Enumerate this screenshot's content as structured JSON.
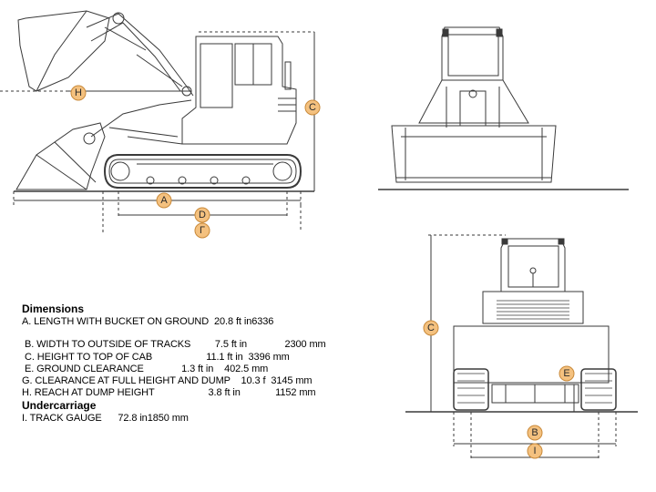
{
  "dimension_markers": {
    "A": "A",
    "B": "B",
    "C": "C",
    "D": "D",
    "E": "E",
    "F": "Г",
    "H": "H",
    "I": "I"
  },
  "specs": {
    "heading": "Dimensions",
    "rows": [
      "A. LENGTH WITH BUCKET ON GROUND  20.8 ft in6336",
      "B. WIDTH TO OUTSIDE OF TRACKS         7.5 ft in              2300 mm",
      "C. HEIGHT TO TOP OF CAB                    11.1 ft in  3396 mm",
      "E. GROUND CLEARANCE              1.3 ft in    402.5 mm",
      "G. CLEARANCE AT FULL HEIGHT AND DUMP    10.3 f  3145 mm",
      "H. REACH AT DUMP HEIGHT                    3.8 ft in             1152 mm"
    ],
    "undercarriage_heading": "Undercarriage",
    "undercarriage_rows": [
      "I. TRACK GAUGE      72.8 in1850 mm"
    ]
  },
  "colors": {
    "line": "#3a3a3a",
    "marker_fill": "#f4c17f",
    "marker_stroke": "#c98a3a"
  }
}
